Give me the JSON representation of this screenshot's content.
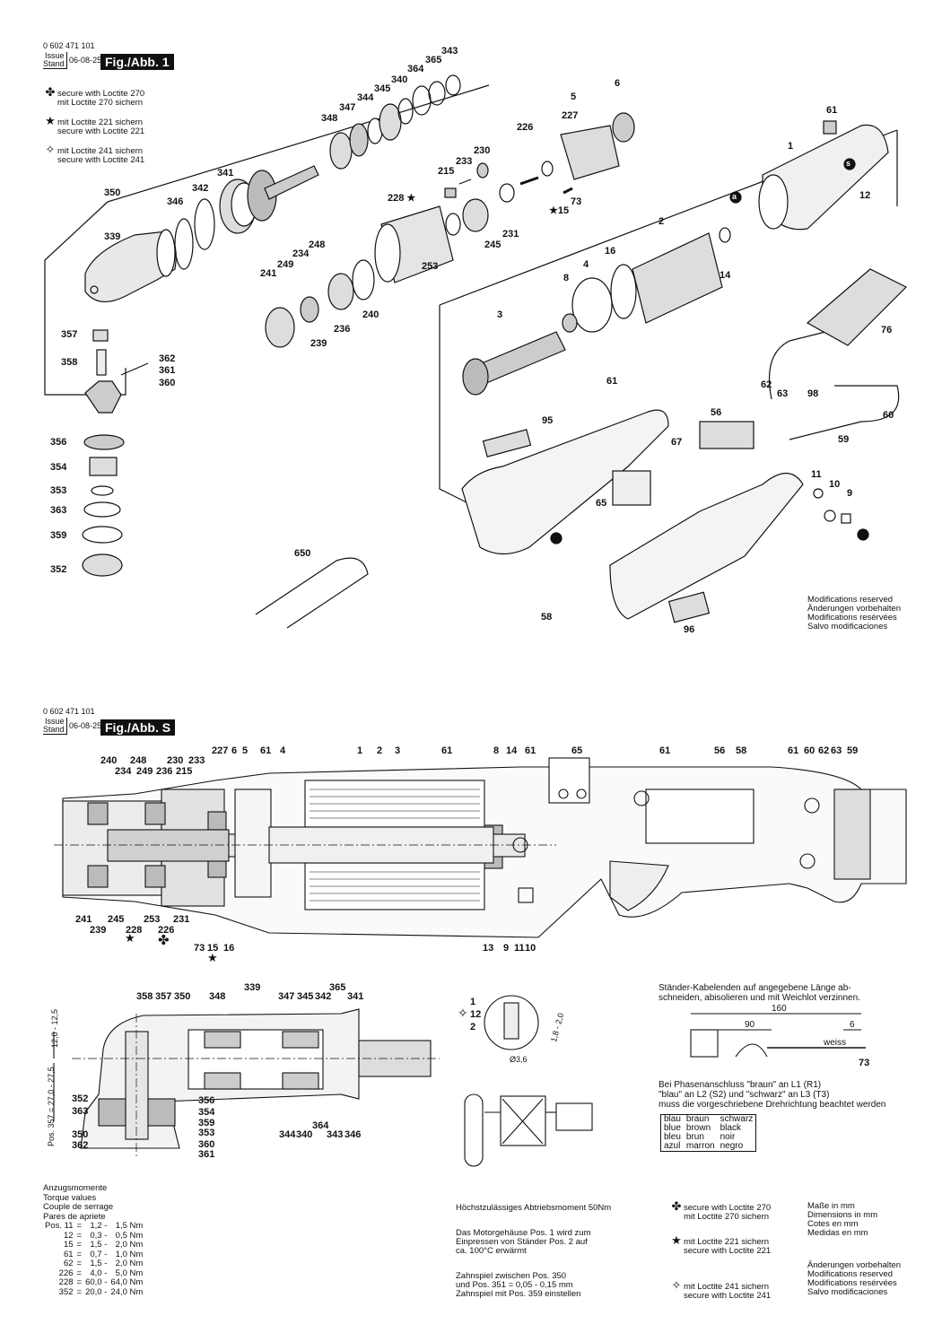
{
  "page1": {
    "part_number": "0 602 471 101",
    "issue_label": "Issue",
    "stand_label": "Stand",
    "date": "06-08-25",
    "fig_label": "Fig./Abb. 1",
    "legend": [
      {
        "symbol": "clover-icon",
        "line1": "secure with Loctite 270",
        "line2": "mit Loctite 270 sichern"
      },
      {
        "symbol": "star-icon",
        "line1": "mit Loctite 221 sichern",
        "line2": "secure with Loctite 221"
      },
      {
        "symbol": "star-outline-icon",
        "line1": "mit Loctite 241 sichern",
        "line2": "secure with Loctite 241"
      }
    ],
    "modifications": [
      "Modifications reserved",
      "Änderungen vorbehalten",
      "Modifications resérvées",
      "Salvo modificaciones"
    ],
    "callouts": [
      "343",
      "365",
      "364",
      "340",
      "345",
      "344",
      "347",
      "348",
      "341",
      "342",
      "346",
      "350",
      "339",
      "357",
      "358",
      "362",
      "361",
      "360",
      "356",
      "354",
      "353",
      "363",
      "359",
      "352",
      "650",
      "5",
      "6",
      "61",
      "1",
      "227",
      "226",
      "230",
      "233",
      "215",
      "228 ★",
      "2",
      "12",
      "a",
      "s",
      "245",
      "231",
      "★15",
      "73",
      "248",
      "234",
      "249",
      "241",
      "253",
      "240",
      "236",
      "239",
      "16",
      "8",
      "4",
      "14",
      "3",
      "61",
      "95",
      "62",
      "63",
      "98",
      "60",
      "56",
      "67",
      "59",
      "65",
      "11",
      "10",
      "9",
      "58",
      "96",
      "76"
    ]
  },
  "page2": {
    "part_number": "0 602 471 101",
    "issue_label": "Issue",
    "stand_label": "Stand",
    "date": "06-08-25",
    "fig_label": "Fig./Abb. S",
    "section_callouts_top": [
      "240",
      "248",
      "234",
      "249",
      "236",
      "215",
      "230",
      "233",
      "227",
      "6",
      "5",
      "61",
      "4",
      "1",
      "2",
      "3",
      "61",
      "8",
      "14",
      "61",
      "65",
      "61",
      "56",
      "58",
      "61",
      "60",
      "62",
      "63",
      "59"
    ],
    "section_callouts_bottom": [
      "241",
      "239",
      "245",
      "228",
      "253",
      "231",
      "226",
      "73",
      "15",
      "16",
      "13",
      "9",
      "11",
      "10"
    ],
    "head_callouts_top": [
      "339",
      "358",
      "357",
      "350",
      "348",
      "347",
      "345",
      "342",
      "341",
      "365"
    ],
    "head_callouts_left": [
      "352",
      "363",
      "350",
      "362"
    ],
    "head_callouts_right": [
      "356",
      "354",
      "359",
      "353",
      "360",
      "361"
    ],
    "head_callouts_bottom": [
      "344",
      "340",
      "364",
      "343",
      "346"
    ],
    "dim_12": "12,0 - 12,5",
    "dim_357": "Pos. 357 = 27,0 - 27,5",
    "detail_callouts": [
      "1",
      "12",
      "2"
    ],
    "detail_dims": [
      "1,8 - 2,0",
      "Ø3,6"
    ],
    "cable_note": [
      "Ständer-Kabelenden auf angegebene Länge ab-",
      "schneiden, abisolieren und mit Weichlot verzinnen."
    ],
    "cable_dims": [
      "160",
      "90",
      "6",
      "weiss",
      "73"
    ],
    "phase_note": [
      "Bei Phasenanschluss \"braun\" an L1 (R1)",
      "\"blau\" an L2 (S2) und \"schwarz\" an L3 (T3)",
      "muss die vorgeschriebene Drehrichtung beachtet werden"
    ],
    "color_table": [
      [
        "blau",
        "braun",
        "schwarz"
      ],
      [
        "blue",
        "brown",
        "black"
      ],
      [
        "bleu",
        "brun",
        "noir"
      ],
      [
        "azul",
        "marron",
        "negro"
      ]
    ],
    "torque_title": [
      "Anzugsmomente",
      "Torque values",
      "Couple de serrage",
      "Pares de apriete"
    ],
    "torque": [
      [
        "Pos. 11",
        "=",
        "1,2 -",
        "1,5 Nm"
      ],
      [
        "12",
        "=",
        "0,3 -",
        "0,5 Nm"
      ],
      [
        "15",
        "=",
        "1,5 -",
        "2,0 Nm"
      ],
      [
        "61",
        "=",
        "0,7 -",
        "1,0 Nm"
      ],
      [
        "62",
        "=",
        "1,5 -",
        "2,0 Nm"
      ],
      [
        "226",
        "=",
        "4,0 -",
        "5,0 Nm"
      ],
      [
        "228",
        "=",
        "60,0 -",
        "64,0 Nm"
      ],
      [
        "352",
        "=",
        "20,0 -",
        "24,0 Nm"
      ]
    ],
    "max_torque": "Höchstzulässiges Abtriebsmoment 50Nm",
    "motor_note": [
      "Das Motorgehäuse Pos. 1 wird zum",
      "Einpressen von Ständer Pos. 2 auf",
      "ca. 100°C erwärmt"
    ],
    "backlash_note": [
      "Zahnspiel zwischen Pos. 350",
      "und Pos. 351 = 0,05 - 0,15 mm",
      "Zahnspiel mit Pos. 359 einstellen"
    ],
    "legend": [
      {
        "symbol": "clover-icon",
        "line1": "secure with Loctite 270",
        "line2": "mit Loctite 270 sichern"
      },
      {
        "symbol": "star-icon",
        "line1": "mit Loctite 221 sichern",
        "line2": "secure with Loctite 221"
      },
      {
        "symbol": "star-outline-icon",
        "line1": "mit Loctite 241 sichern",
        "line2": "secure with Loctite 241"
      }
    ],
    "units": [
      "Maße in mm",
      "Dimensions in mm",
      "Cotes en mm",
      "Medidas en mm"
    ],
    "modifications": [
      "Änderungen vorbehalten",
      "Modifications reserved",
      "Modifications resérvées",
      "Salvo modificaciones"
    ]
  }
}
